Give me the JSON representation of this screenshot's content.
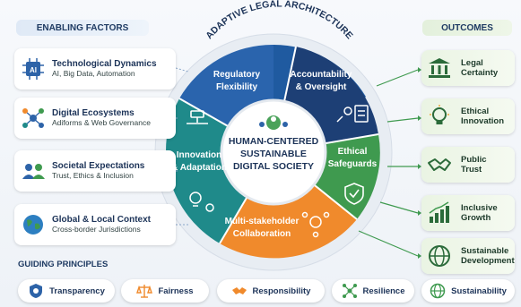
{
  "headers": {
    "enabling": "ENABLING FACTORS",
    "outcomes": "OUTCOMES",
    "arc_title": "ADAPTIVE LEGAL ARCHITECTURE",
    "guiding": "GUIDING PRINCIPLES"
  },
  "factors": [
    {
      "title": "Technological Dynamics",
      "sub": "AI, Big Data, Automation",
      "icon": "chip-icon"
    },
    {
      "title": "Digital Ecosystems",
      "sub": "Adiforms & Web Governance",
      "icon": "network-icon"
    },
    {
      "title": "Societal Expectations",
      "sub": "Trust, Ethics & Inclusion",
      "icon": "people-icon"
    },
    {
      "title": "Global & Local Context",
      "sub": "Cross-border Jurisdictions",
      "icon": "globe-icon"
    }
  ],
  "wheel": {
    "center": [
      "HUMAN-CENTERED",
      "SUSTAINABLE",
      "DIGITAL SOCIETY"
    ],
    "segments": {
      "regulatory": [
        "Regulatory",
        "Flexibility"
      ],
      "accountability": [
        "Accountability",
        "& Oversight"
      ],
      "ethical": [
        "Ethical",
        "Safeguards"
      ],
      "multistakeholder": [
        "Multi-stakeholder",
        "Collaboration"
      ],
      "innovation": [
        "Innovation",
        "& Adaptation"
      ]
    }
  },
  "outcomes": [
    {
      "label": [
        "Legal",
        "Certainty"
      ],
      "icon": "courthouse-icon"
    },
    {
      "label": [
        "Ethical",
        "Innovation"
      ],
      "icon": "lightbulb-icon"
    },
    {
      "label": [
        "Public",
        "Trust"
      ],
      "icon": "handshake-icon"
    },
    {
      "label": [
        "Inclusive",
        "Growth"
      ],
      "icon": "growth-chart-icon"
    },
    {
      "label": [
        "Sustainable",
        "Development"
      ],
      "icon": "earth-icon"
    }
  ],
  "principles": [
    {
      "label": "Transparency",
      "icon": "shield-icon"
    },
    {
      "label": "Fairness",
      "icon": "scales-icon"
    },
    {
      "label": "Responsibility",
      "icon": "handshake-icon"
    },
    {
      "label": "Resilience",
      "icon": "network-icon"
    },
    {
      "label": "Sustainability",
      "icon": "globe-icon"
    }
  ],
  "colors": {
    "navy": "#1f3f73",
    "blue": "#2d63a8",
    "teal": "#1f8a8a",
    "green": "#3f9a4f",
    "orange": "#f08a2c"
  }
}
